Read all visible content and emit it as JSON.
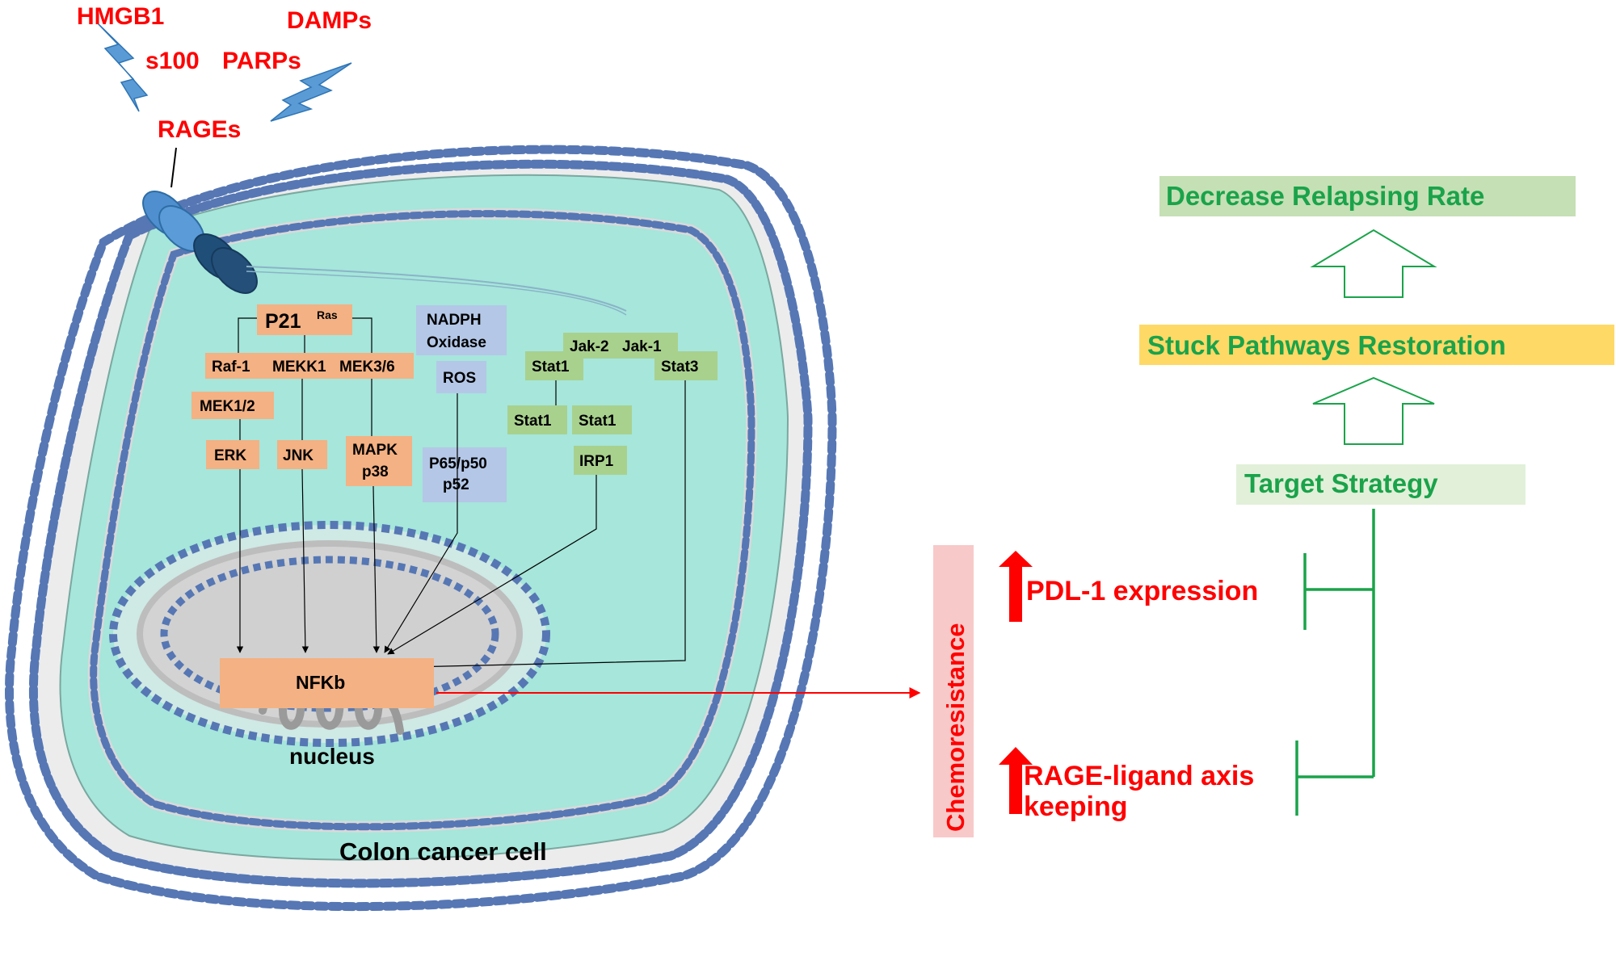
{
  "external_signals": {
    "hmgb1": "HMGB1",
    "damps": "DAMPs",
    "s100": "s100",
    "parps": "PARPs",
    "rages": "RAGEs"
  },
  "pathway": {
    "p21": "P21",
    "ras": "Ras",
    "raf1": "Raf-1",
    "mekk1": "MEKK1",
    "mek36": "MEK3/6",
    "mek12": "MEK1/2",
    "erk": "ERK",
    "jnk": "JNK",
    "mapk": "MAPK",
    "p38": "p38",
    "nadph": "NADPH",
    "oxidase": "Oxidase",
    "ros": "ROS",
    "p65p50": "P65/p50",
    "p52": "p52",
    "jak2": "Jak-2",
    "jak1": "Jak-1",
    "stat1_top": "Stat1",
    "stat3": "Stat3",
    "stat1_left": "Stat1",
    "stat1_right": "Stat1",
    "irp1": "IRP1",
    "nfkb": "NFKb",
    "nucleus": "nucleus",
    "cell": "Colon cancer cell"
  },
  "outcome": {
    "chemoresistance": "Chemoresistance",
    "pdl1": "PDL-1 expression",
    "rage_axis_line1": "RAGE-ligand axis",
    "rage_axis_line2": "keeping",
    "target_strategy": "Target Strategy",
    "restoration": "Stuck Pathways Restoration",
    "decrease_relapse": "Decrease Relapsing Rate"
  },
  "colors": {
    "cytoplasm": "#a6e6db",
    "membrane_head": "#5677b4",
    "receptor_light": "#4f8fcf",
    "receptor_dark": "#1f4e79",
    "lightning": "#5b9bd5",
    "mapk_box": "#f4b183",
    "nadph_box": "#b4c7e7",
    "jak_box": "#a9d18e",
    "nucleus": "#d3d3d3",
    "alert_red": "#ff0000",
    "chemo_bg": "#f8c9c9",
    "strategy_green": "#1aa34a",
    "strategy_bg": "#e2f0d9",
    "restoration_bg": "#ffd966",
    "relapse_bg": "#c5e0b4"
  }
}
